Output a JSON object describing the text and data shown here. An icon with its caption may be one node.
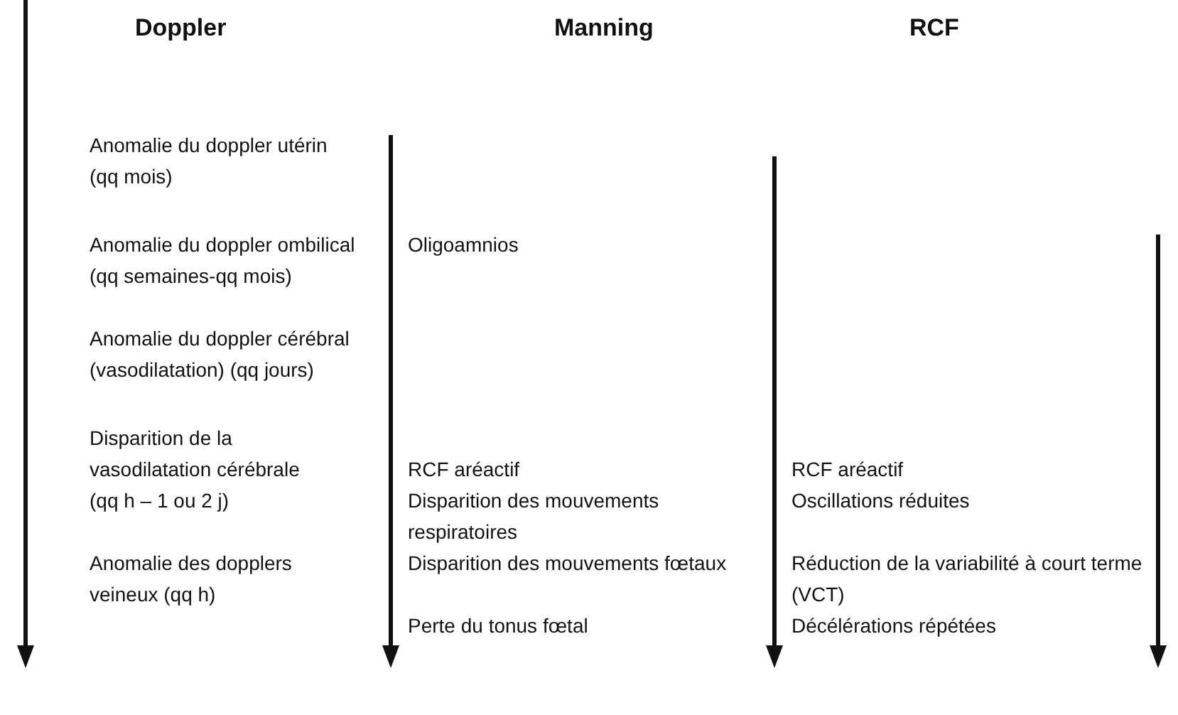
{
  "diagram": {
    "labels": [
      "Doppler",
      "Manning",
      "RCF",
      "Anomalie du doppler utérin (qq mois)",
      "Anomalie du doppler ombilical (qq semaines-qq mois)",
      "Oligoamnios",
      "Anomalie du doppler cérébral (vasodilatation) (qq jours)",
      "Disparition de la vasodilatation cérébrale (qq h – 1 ou 2 j)",
      "RCF aréactif",
      "Disparition des mouvements respiratoires",
      "RCF aréactif",
      "Oscillations réduites",
      "Anomalie des dopplers veineux (qq h)",
      "Disparition des mouvements fœtaux",
      "Perte du tonus fœtal",
      "Réduction de la variabilité à court terme (VCT)",
      "Décélérations répétées"
    ]
  }
}
